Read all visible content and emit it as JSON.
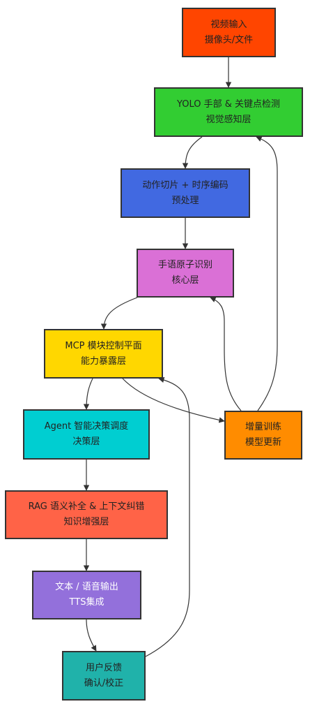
{
  "nodes": [
    {
      "id": "video_input",
      "line1": "视频输入",
      "line2": "摄像头/文件",
      "color": "#FF4500"
    },
    {
      "id": "yolo",
      "line1": "YOLO 手部 & 关键点检测",
      "line2": "视觉感知层",
      "color": "#32CD32"
    },
    {
      "id": "preprocess",
      "line1": "动作切片 + 时序编码",
      "line2": "预处理",
      "color": "#4169E1"
    },
    {
      "id": "sign_core",
      "line1": "手语原子识别",
      "line2": "核心层",
      "color": "#DA70D6"
    },
    {
      "id": "mcp",
      "line1": "MCP 模块控制平面",
      "line2": "能力暴露层",
      "color": "#FFD700"
    },
    {
      "id": "agent",
      "line1": "Agent 智能决策调度",
      "line2": "决策层",
      "color": "#00CED1"
    },
    {
      "id": "rag",
      "line1": "RAG 语义补全 & 上下文纠错",
      "line2": "知识增强层",
      "color": "#FF6347"
    },
    {
      "id": "output",
      "line1": "文本 / 语音输出",
      "line2": "TTS集成",
      "color": "#9370DB"
    },
    {
      "id": "feedback",
      "line1": "用户反馈",
      "line2": "确认/校正",
      "color": "#20B2AA"
    },
    {
      "id": "training",
      "line1": "增量训练",
      "line2": "模型更新",
      "color": "#FF8C00"
    }
  ],
  "edges": [
    {
      "from": "video_input",
      "to": "yolo"
    },
    {
      "from": "yolo",
      "to": "preprocess"
    },
    {
      "from": "preprocess",
      "to": "sign_core"
    },
    {
      "from": "sign_core",
      "to": "mcp"
    },
    {
      "from": "mcp",
      "to": "agent"
    },
    {
      "from": "agent",
      "to": "rag"
    },
    {
      "from": "rag",
      "to": "output"
    },
    {
      "from": "output",
      "to": "feedback"
    },
    {
      "from": "feedback",
      "to": "mcp"
    },
    {
      "from": "mcp",
      "to": "training"
    },
    {
      "from": "training",
      "to": "sign_core"
    },
    {
      "from": "training",
      "to": "yolo"
    }
  ]
}
